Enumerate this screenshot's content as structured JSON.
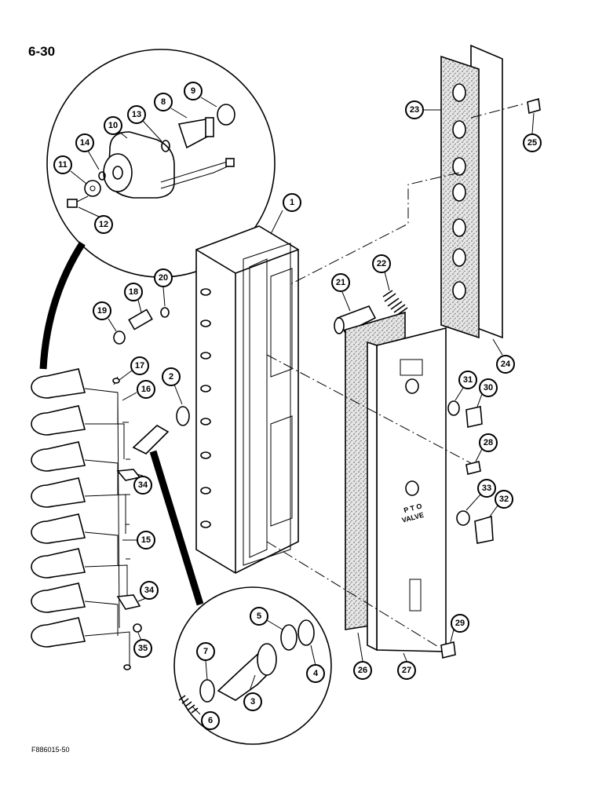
{
  "page_number": "6-30",
  "figure_code": "F886015-50",
  "valve_label": [
    "P T O",
    "VALVE"
  ],
  "callouts": [
    "1",
    "2",
    "3",
    "4",
    "5",
    "6",
    "7",
    "8",
    "9",
    "10",
    "11",
    "12",
    "13",
    "14",
    "15",
    "16",
    "17",
    "18",
    "19",
    "20",
    "21",
    "22",
    "23",
    "24",
    "25",
    "26",
    "27",
    "28",
    "29",
    "30",
    "31",
    "32",
    "33",
    "34",
    "34",
    "35"
  ]
}
